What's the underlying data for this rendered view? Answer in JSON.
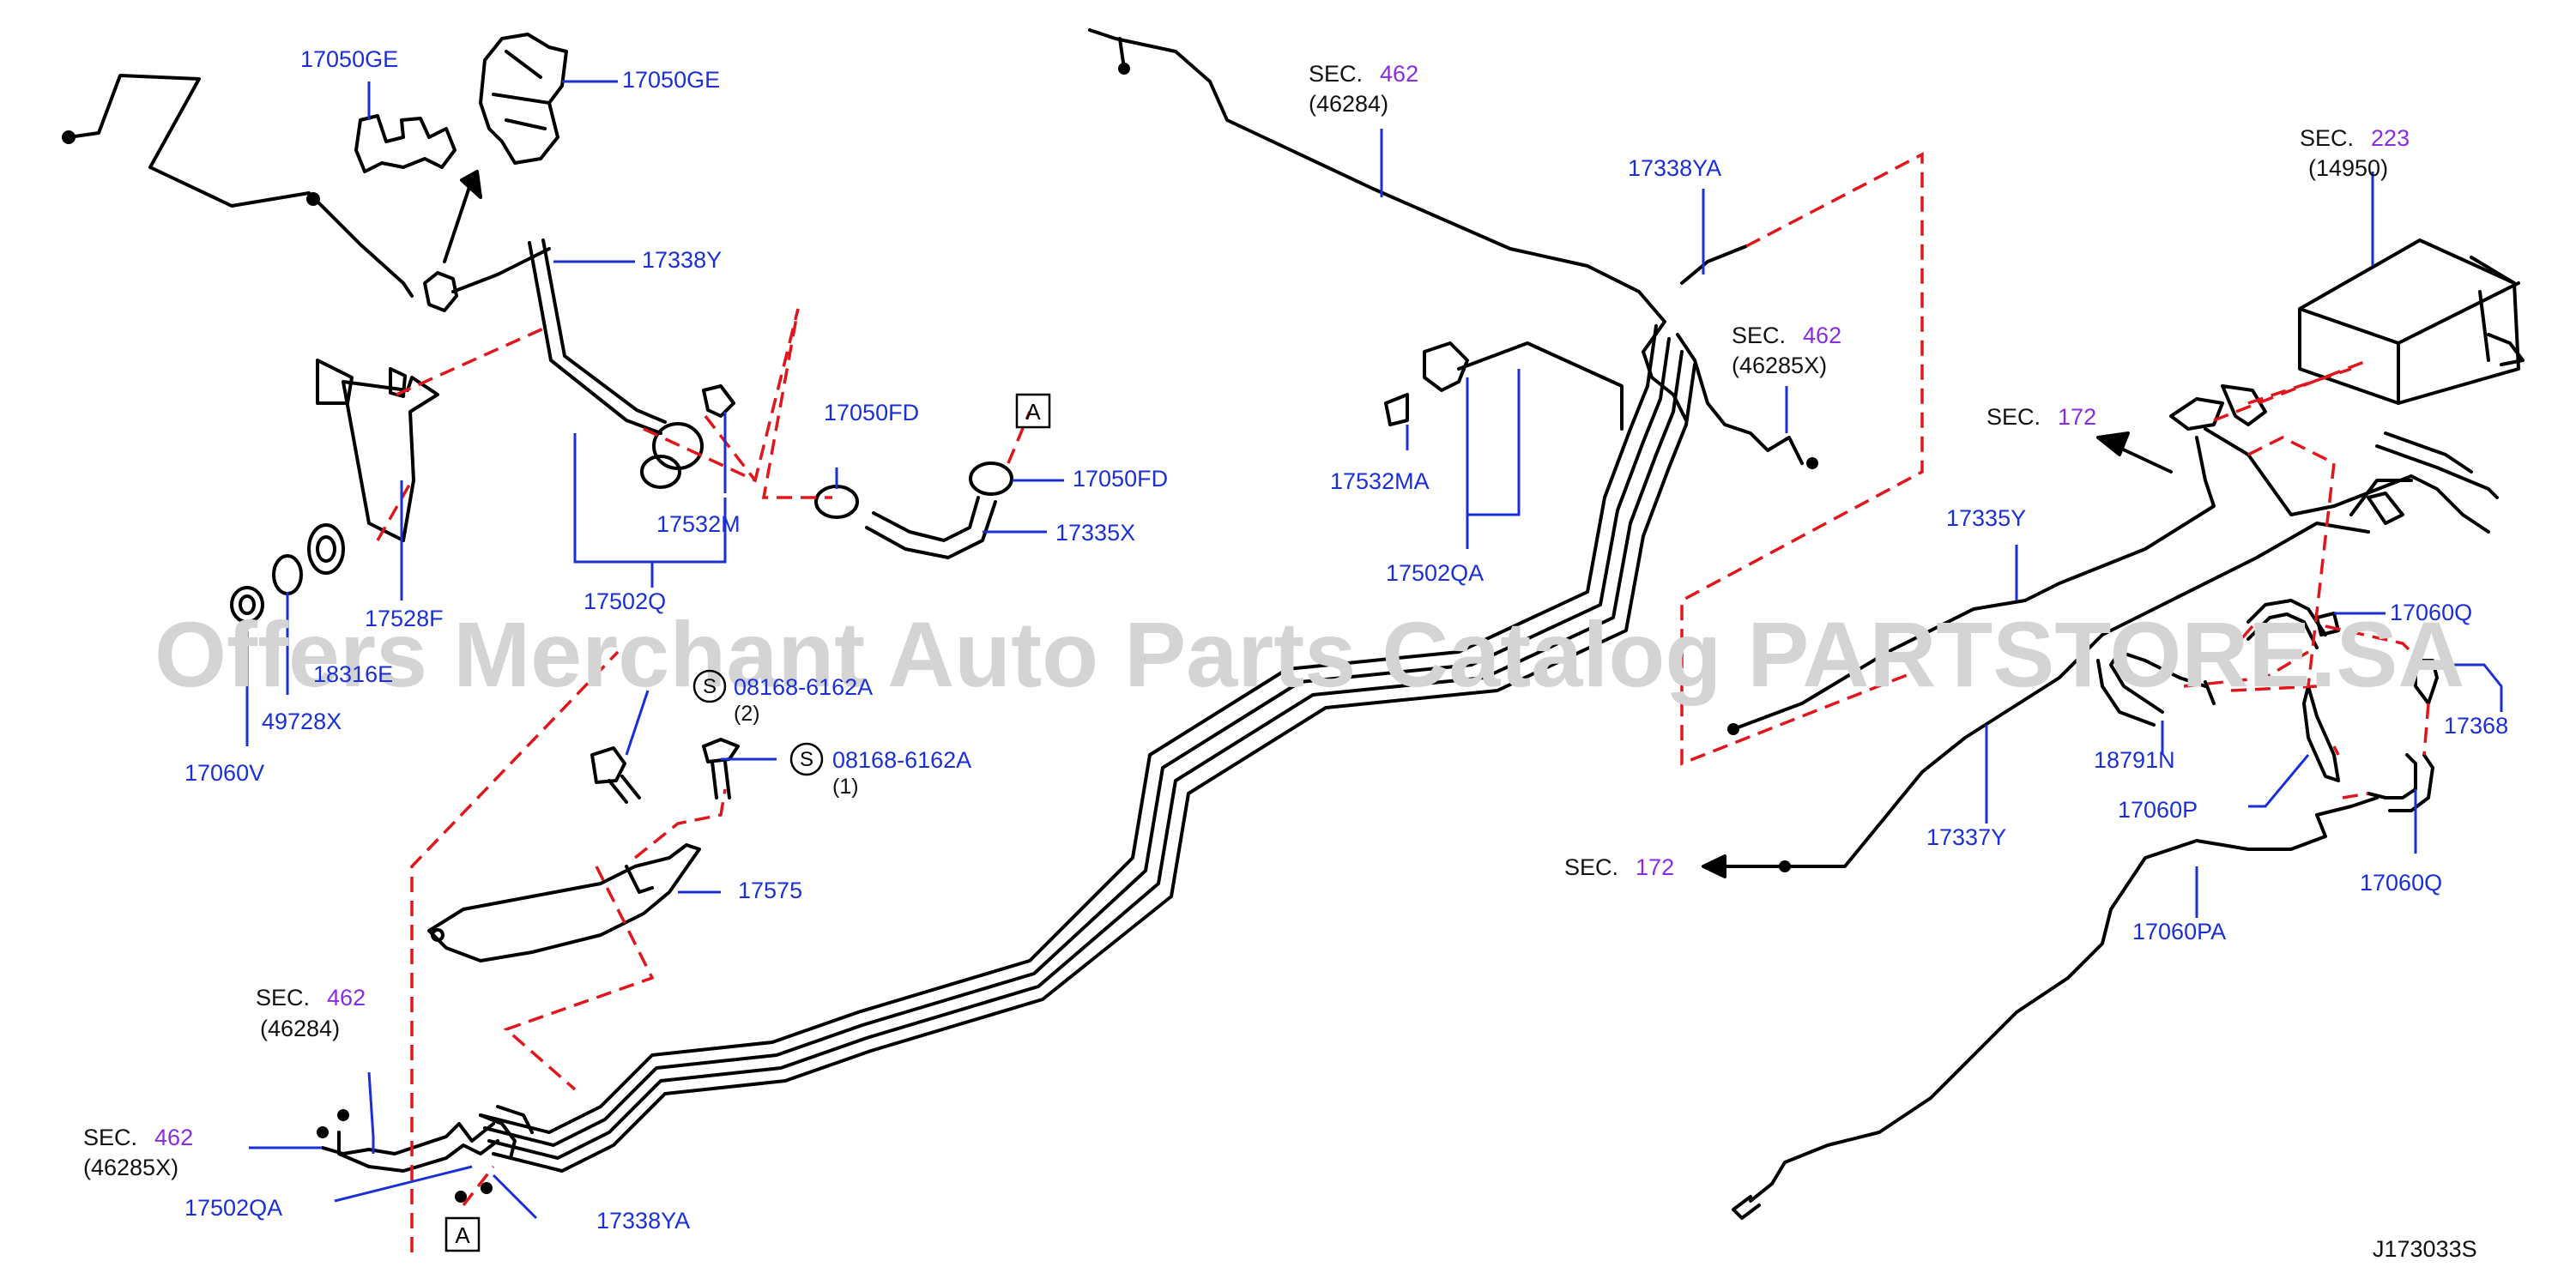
{
  "colors": {
    "part_label": "#1a2fd6",
    "section_num": "#8a2be2",
    "text": "#111111",
    "leader": "#1a2fd6",
    "dash": "#e0161c",
    "line": "#000000",
    "watermark": "#d4d4d4"
  },
  "watermark": "Offers Merchant Auto Parts Catalog PARTSTORE.SA",
  "diagram_id": "J173033S",
  "labels": {
    "l_17050ge_a": "17050GE",
    "l_17050ge_b": "17050GE",
    "l_17338y": "17338Y",
    "l_17528f": "17528F",
    "l_18316e": "18316E",
    "l_49728x": "49728X",
    "l_17060v": "17060V",
    "l_17532m": "17532M",
    "l_17502q": "17502Q",
    "l_17050fd_a": "17050FD",
    "l_17050fd_b": "17050FD",
    "l_17335x": "17335X",
    "l_bolt_a": "08168-6162A",
    "l_bolt_b": "08168-6162A",
    "l_17575": "17575",
    "l_17502qa_a": "17502QA",
    "l_17338ya_a": "17338YA",
    "l_17532ma": "17532MA",
    "l_17502qa_b": "17502QA",
    "l_17338ya_b": "17338YA",
    "l_17335y": "17335Y",
    "l_17337y": "17337Y",
    "l_18791n": "18791N",
    "l_17060q_a": "17060Q",
    "l_17060q_b": "17060Q",
    "l_17368": "17368",
    "l_17060p": "17060P",
    "l_17060pa": "17060PA"
  },
  "sections": [
    {
      "key": "s1",
      "prefix": "SEC.",
      "num": "462",
      "ref": "(46284)"
    },
    {
      "key": "s2",
      "prefix": "SEC.",
      "num": "462",
      "ref": "(46285X)"
    },
    {
      "key": "s3",
      "prefix": "SEC.",
      "num": "223",
      "ref": "(14950)"
    },
    {
      "key": "s4",
      "prefix": "SEC.",
      "num": "172",
      "ref": ""
    },
    {
      "key": "s5",
      "prefix": "SEC.",
      "num": "172",
      "ref": ""
    },
    {
      "key": "s6",
      "prefix": "SEC.",
      "num": "462",
      "ref": "(46284)"
    },
    {
      "key": "s7",
      "prefix": "SEC.",
      "num": "462",
      "ref": "(46285X)"
    }
  ],
  "qty": {
    "q1": "(2)",
    "q2": "(1)"
  },
  "markers": {
    "m1": "A",
    "m2": "A",
    "s1": "S",
    "s2": "S"
  }
}
